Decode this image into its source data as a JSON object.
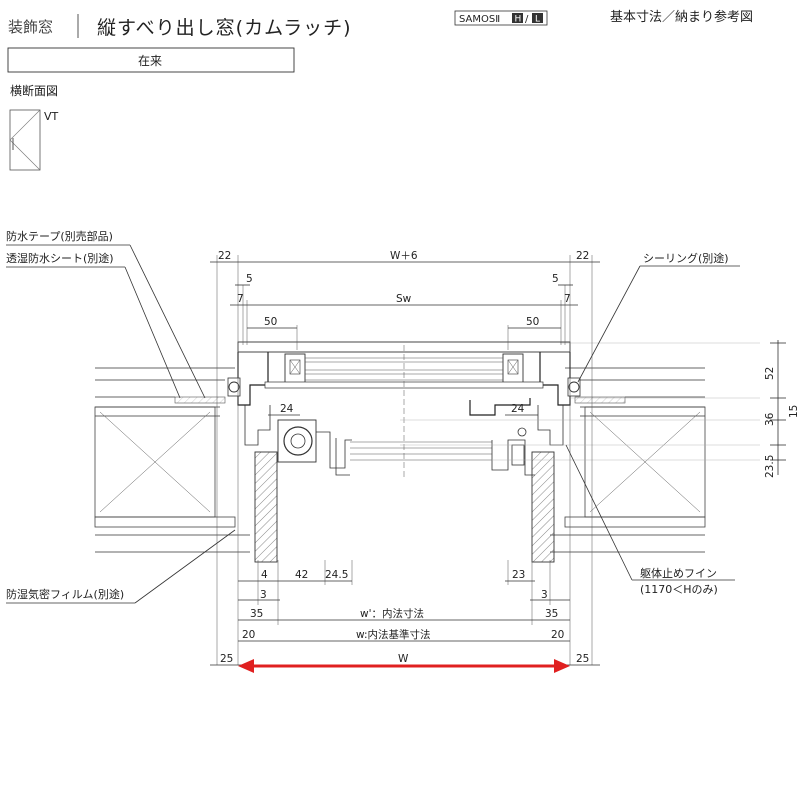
{
  "header": {
    "category": "装飾窓",
    "title": "縦すべり出し窓(カムラッチ)",
    "badge_text": "SAMOSⅡ",
    "badge_box1": "H",
    "badge_slash": "/",
    "badge_box2": "L",
    "right_title": "基本寸法／納まり参考図"
  },
  "tab": {
    "label": "在来"
  },
  "section": {
    "label": "横断面図",
    "vt_label": "VT"
  },
  "callouts": {
    "waterproof_tape": "防水テープ(別売部品)",
    "moisture_sheet": "透湿防水シート(別途)",
    "sealing": "シーリング(別途)",
    "fin": "躯体止めフイン",
    "fin_note": "(1170＜Hのみ)",
    "vapor_film": "防湿気密フィルム(別途)"
  },
  "dims": {
    "top_22_left": "22",
    "top_w6": "W＋6",
    "top_22_right": "22",
    "d5_left": "5",
    "d5_right": "5",
    "d7_left": "7",
    "d7_right": "7",
    "sw": "Sw",
    "d50_left": "50",
    "d50_right": "50",
    "d24_left": "24",
    "d24_right": "24",
    "v52": "52",
    "v36": "36",
    "v15": "15",
    "v235": "23.5",
    "b4": "4",
    "b42": "42",
    "b245": "24.5",
    "b23": "23",
    "b3_left": "3",
    "b3_right": "3",
    "b35_left": "35",
    "b35_right": "35",
    "inner": "w'：内法寸法",
    "b20_left": "20",
    "b20_right": "20",
    "inner_base": "w:内法基準寸法",
    "b25_left": "25",
    "b25_right": "25",
    "w": "W"
  },
  "colors": {
    "line": "#333333",
    "arrow_red": "#e02020",
    "hatch": "#555555"
  }
}
